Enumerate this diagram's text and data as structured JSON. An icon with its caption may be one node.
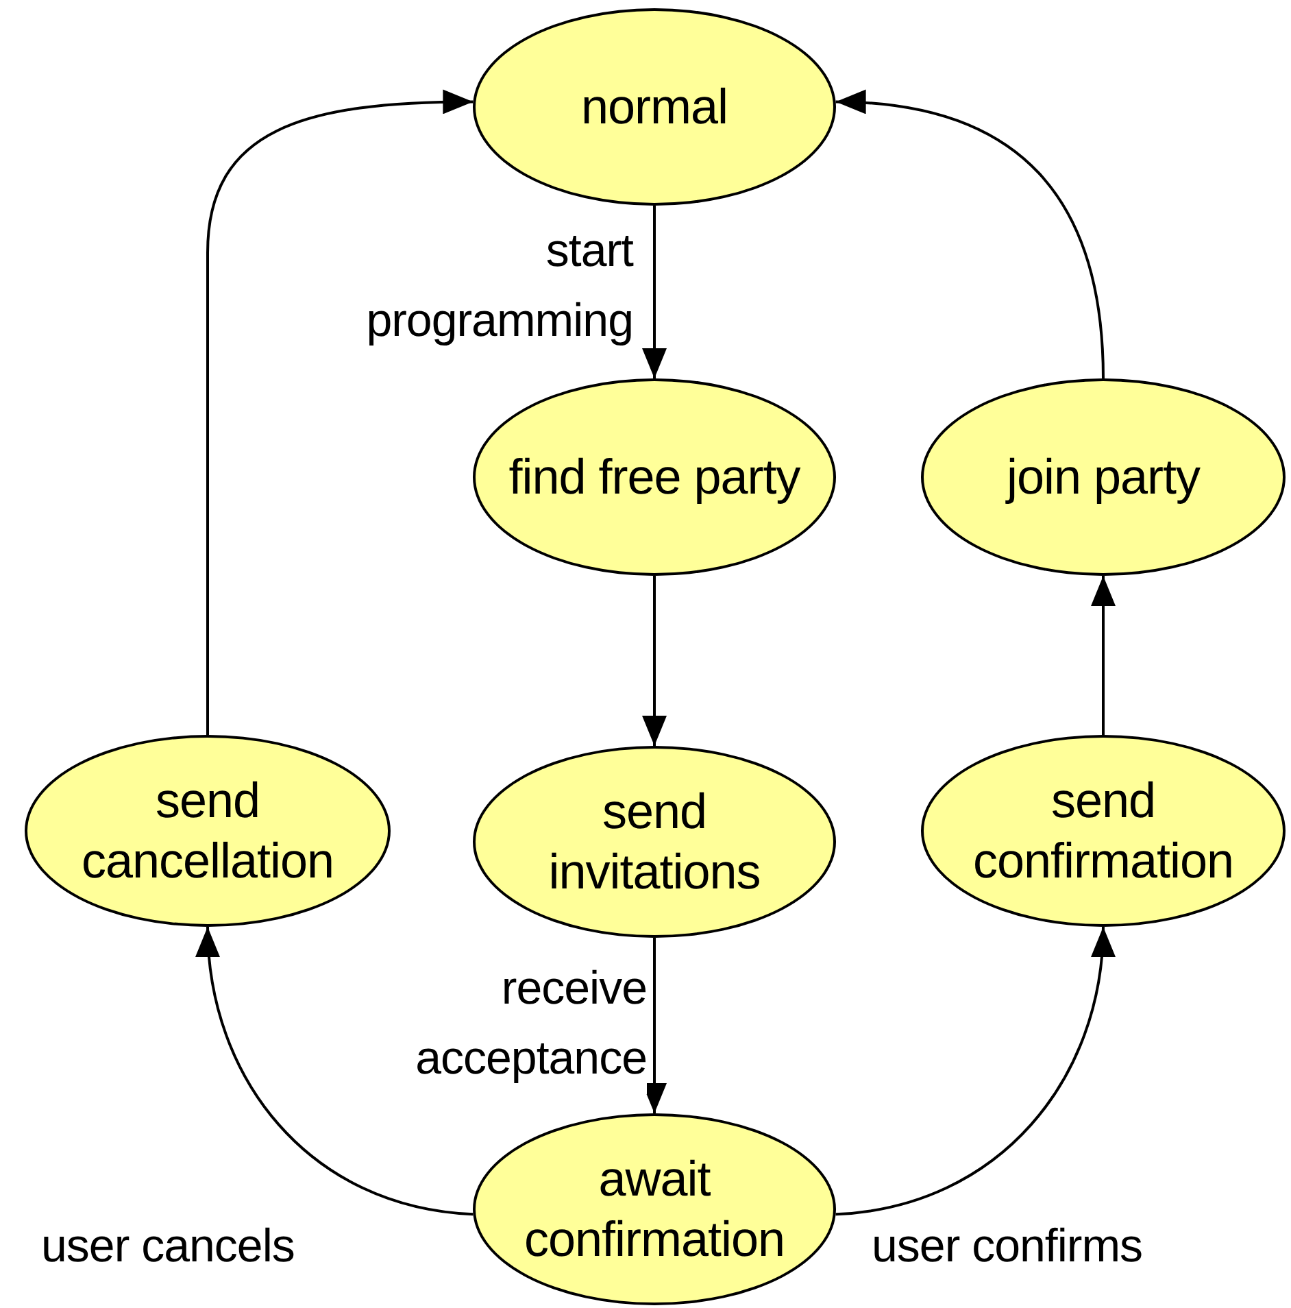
{
  "diagram": {
    "nodes": [
      {
        "text": [
          "normal"
        ]
      },
      {
        "text": [
          "find free party"
        ]
      },
      {
        "text": [
          "join party"
        ]
      },
      {
        "text": [
          "send cancellation"
        ]
      },
      {
        "text": [
          "send invitations"
        ]
      },
      {
        "text": [
          "send confirmation"
        ]
      },
      {
        "text": [
          "await confirmation"
        ]
      }
    ],
    "edges": [
      {
        "from": 0,
        "to": 1,
        "arrow": "to",
        "label": "start programming"
      },
      {
        "from": 1,
        "to": 4,
        "arrow": "to"
      },
      {
        "from": 4,
        "to": 6,
        "arrow": "to",
        "label": "receive acceptance"
      },
      {
        "from": 6,
        "to": 3,
        "arrow": "to",
        "label": "user cancels"
      },
      {
        "from": 6,
        "to": 5,
        "arrow": "to",
        "label": "user confirms"
      },
      {
        "from": 5,
        "to": 2,
        "arrow": "to"
      },
      {
        "from": 2,
        "to": 0,
        "arrow": "to"
      },
      {
        "from": 3,
        "to": 0,
        "arrow": "to"
      }
    ]
  }
}
